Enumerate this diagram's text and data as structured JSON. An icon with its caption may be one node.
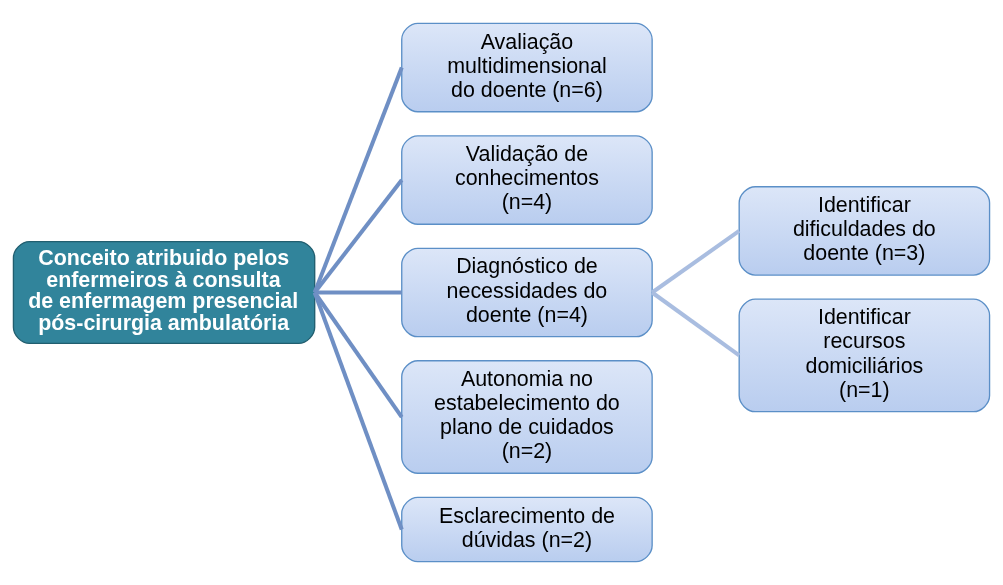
{
  "diagram": {
    "nodes": [
      {
        "text": [
          "Conceito atribuido pelos enfermeiros à consulta de enfermagem presencial pós-cirurgia ambulatória"
        ]
      },
      {
        "text": [
          "Avaliação multidimensional do doente (n=6)"
        ]
      },
      {
        "text": [
          "Validação de conhecimentos (n=4)"
        ]
      },
      {
        "text": [
          "Diagnóstico de necessidades do doente (n=4)"
        ]
      },
      {
        "text": [
          "Autonomia no estabelecimento do plano de cuidados (n=2)"
        ]
      },
      {
        "text": [
          "Esclarecimento de dúvidas (n=2)"
        ]
      },
      {
        "text": [
          "Identificar dificuldades do doente (n=3)"
        ]
      },
      {
        "text": [
          "Identificar recursos domiciliários (n=1)"
        ]
      }
    ],
    "edges": [
      {
        "from": 0,
        "to": 1,
        "arrow": "none"
      },
      {
        "from": 0,
        "to": 2,
        "arrow": "none"
      },
      {
        "from": 0,
        "to": 3,
        "arrow": "none"
      },
      {
        "from": 0,
        "to": 4,
        "arrow": "none"
      },
      {
        "from": 0,
        "to": 5,
        "arrow": "none"
      },
      {
        "from": 3,
        "to": 6,
        "arrow": "none",
        "color": "#a9bde0"
      },
      {
        "from": 3,
        "to": 7,
        "arrow": "none",
        "color": "#a9bde0"
      }
    ]
  }
}
